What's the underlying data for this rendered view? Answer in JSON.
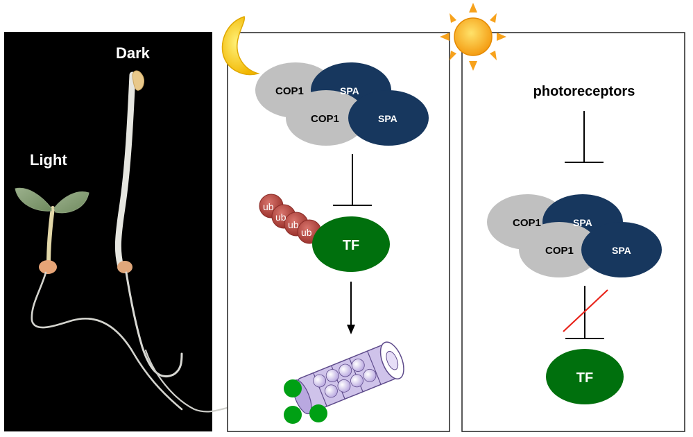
{
  "photo": {
    "dark_label": "Dark",
    "light_label": "Light"
  },
  "night_panel": {
    "complex": {
      "cop1_a": "COP1",
      "spa_a": "SPA",
      "cop1_b": "COP1",
      "spa_b": "SPA"
    },
    "ub_chain": [
      "ub",
      "ub",
      "ub",
      "ub"
    ],
    "tf_label": "TF"
  },
  "day_panel": {
    "photoreceptors_label": "photoreceptors",
    "complex": {
      "cop1_a": "COP1",
      "spa_a": "SPA",
      "cop1_b": "COP1",
      "spa_b": "SPA"
    },
    "tf_label": "TF"
  },
  "colors": {
    "cop1": "#c0c0c0",
    "spa": "#17375e",
    "tf": "#00700d",
    "ub": "#b5463f",
    "proteasome": "#cfc3ea",
    "proteasome_stroke": "#5e4b8b",
    "moon": "#f5c200",
    "sun": "#f7a21c",
    "inhibit_cross": "#e8231a"
  }
}
